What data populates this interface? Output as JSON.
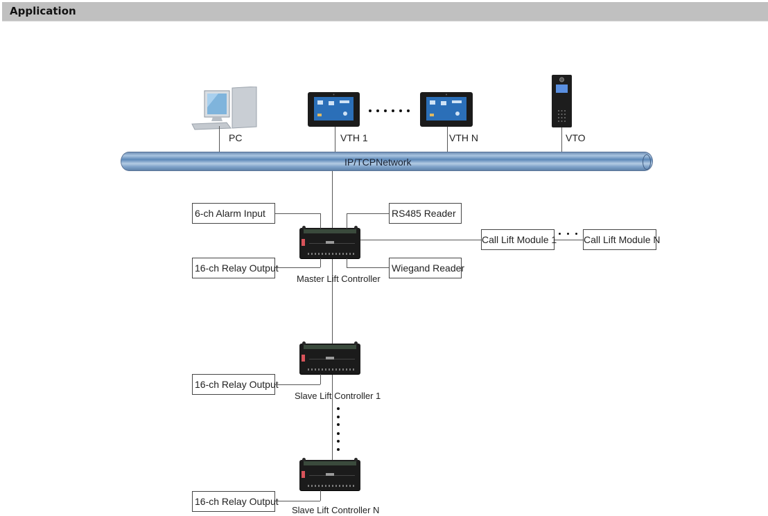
{
  "header": {
    "title": "Application"
  },
  "network": {
    "label": "IP/TCPNetwork",
    "color": "#6f95c2"
  },
  "top_devices": [
    {
      "id": "pc",
      "label": "PC",
      "icon": "desktop-pc-icon"
    },
    {
      "id": "vth1",
      "label": "VTH 1",
      "icon": "indoor-monitor-icon"
    },
    {
      "id": "vthn",
      "label": "VTH N",
      "icon": "indoor-monitor-icon"
    },
    {
      "id": "vto",
      "label": "VTO",
      "icon": "door-station-icon"
    }
  ],
  "master": {
    "label": "Master Lift Controller",
    "alarm_input": "6-ch Alarm Input",
    "relay_output": "16-ch Relay Output",
    "rs485_reader": "RS485 Reader",
    "wiegand_reader": "Wiegand Reader",
    "call_lift_modules": [
      "Call Lift Module 1",
      "Call Lift Module N"
    ]
  },
  "slaves": [
    {
      "label": "Slave Lift Controller 1",
      "relay_output": "16-ch Relay Output"
    },
    {
      "label": "Slave Lift Controller N",
      "relay_output": "16-ch Relay Output"
    }
  ]
}
